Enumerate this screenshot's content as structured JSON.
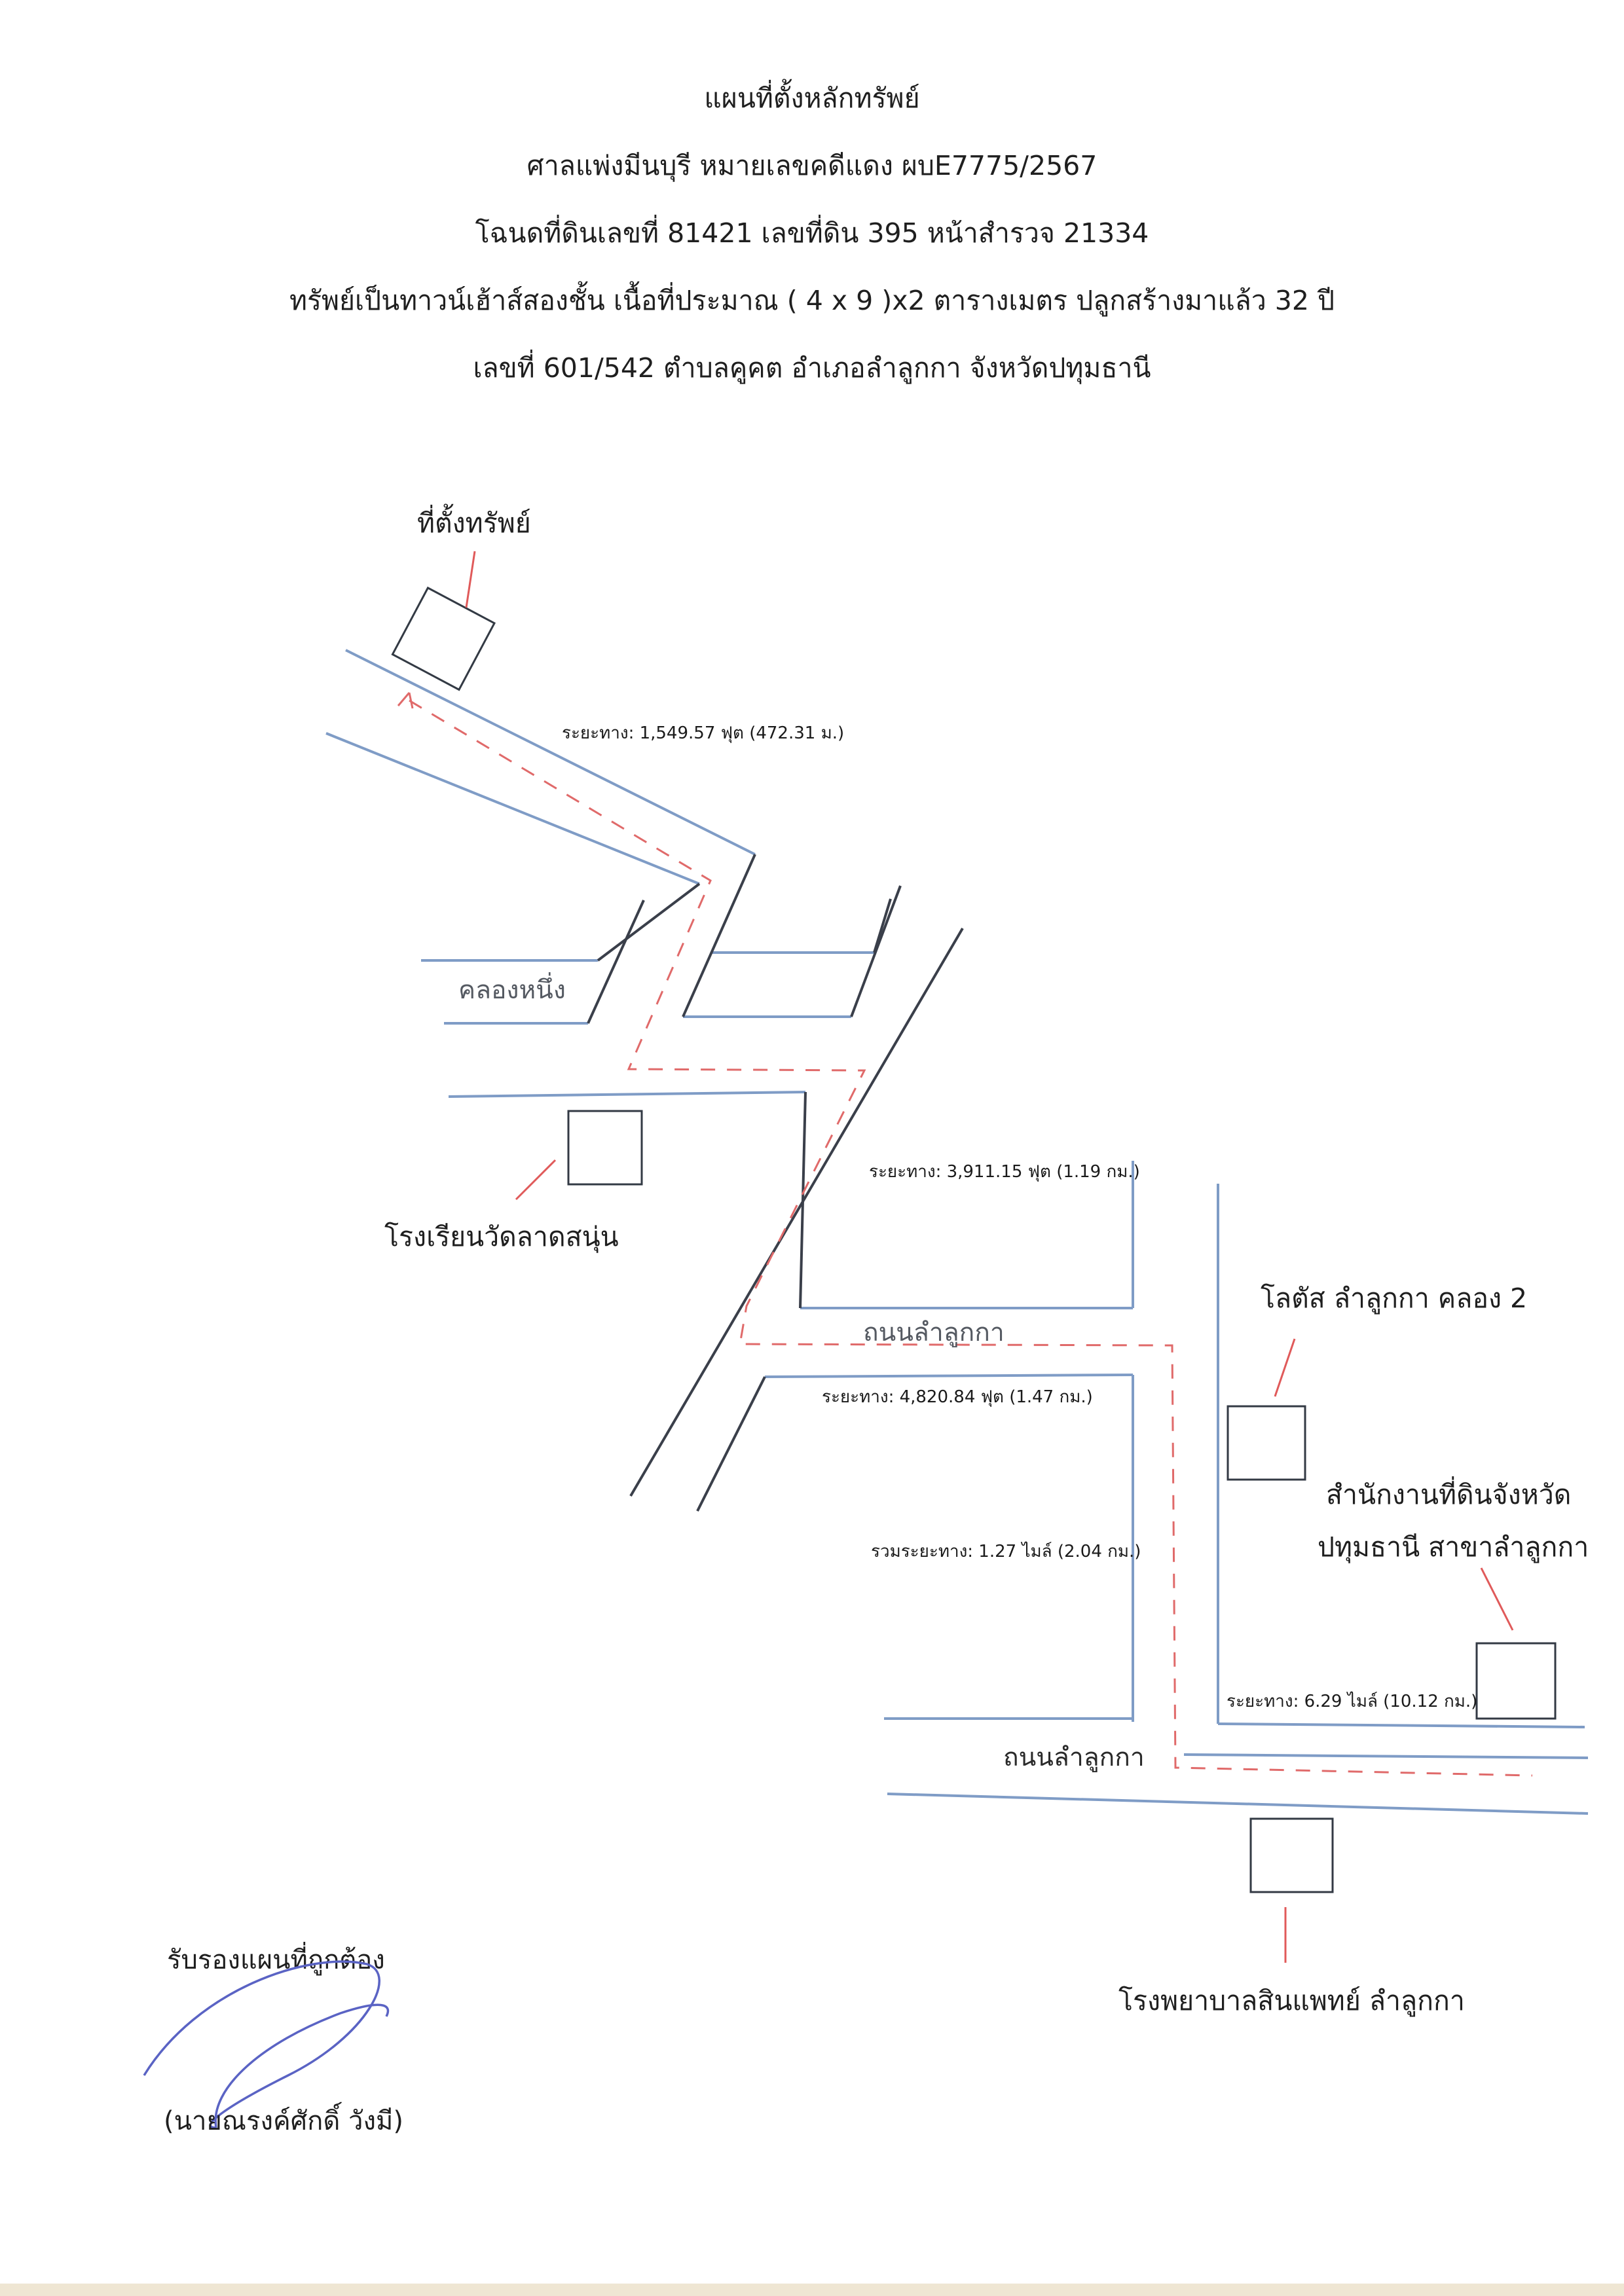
{
  "header": {
    "line1": "แผนที่ตั้งหลักทรัพย์",
    "line2": "ศาลแพ่งมีนบุรี หมายเลขคดีแดง ผบE7775/2567",
    "line3": "โฉนดที่ดินเลขที่ 81421  เลขที่ดิน 395 หน้าสำรวจ 21334",
    "line4": "ทรัพย์เป็นทาวน์เฮ้าส์สองชั้น เนื้อที่ประมาณ ( 4 x 9 )x2 ตารางเมตร  ปลูกสร้างมาแล้ว 32 ปี",
    "line5": "เลขที่ 601/542  ตำบลคูคต อำเภอลำลูกกา จังหวัดปทุมธานี"
  },
  "map": {
    "landmarks": {
      "property": "ที่ตั้งทรัพย์",
      "school": "โรงเรียนวัดลาดสนุ่น",
      "lotus": "โลตัส ลำลูกกา คลอง 2",
      "land_office_line1": "สำนักงานที่ดินจังหวัด",
      "land_office_line2": "ปทุมธานี สาขาลำลูกกา",
      "hospital": "โรงพยาบาลสินแพทย์ ลำลูกกา"
    },
    "roads": {
      "canal": "คลองหนึ่ง",
      "road_upper": "ถนนลำลูกกา",
      "road_lower": "ถนนลำลูกกา"
    },
    "distances": {
      "d1": "ระยะทาง: 1,549.57 ฟุต (472.31 ม.)",
      "d2": "ระยะทาง: 3,911.15 ฟุต (1.19 กม.)",
      "d3": "ระยะทาง: 4,820.84 ฟุต (1.47 กม.)",
      "total": "รวมระยะทาง: 1.27 ไมล์ (2.04 กม.)",
      "d4": "ระยะทาง: 6.29 ไมล์ (10.12 กม.)"
    },
    "colors": {
      "road": "#7f9cc6",
      "road_dark": "#3a3f4a",
      "route": "#e06a6a",
      "pointer": "#e05a5a",
      "signature": "#5a63c4"
    }
  },
  "certification": {
    "label": "รับรองแผนที่ถูกต้อง",
    "name": "(นายณรงค์ศักดิ์ วังมี)"
  }
}
